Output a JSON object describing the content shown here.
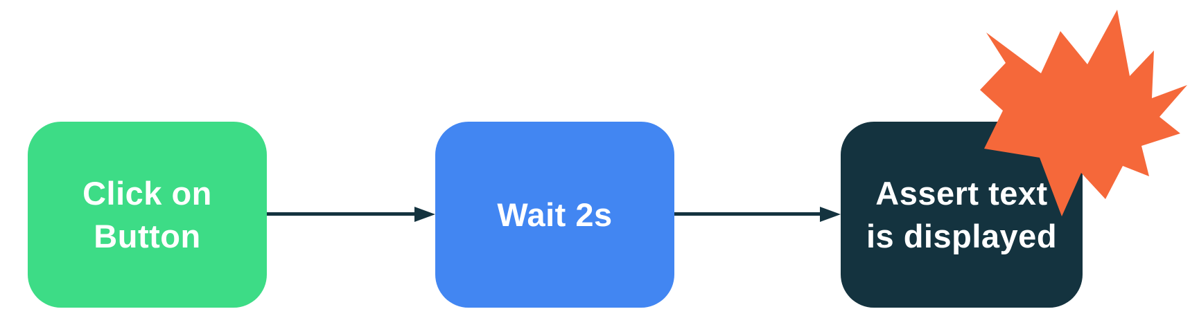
{
  "canvas": {
    "background": "#FFFFFF"
  },
  "nodes": [
    {
      "id": "click-on-button",
      "label": "Click on\nButton",
      "fill": "#3DDC86",
      "text_color": "#FFFFFF"
    },
    {
      "id": "wait-2s",
      "label": "Wait 2s",
      "fill": "#4286F2",
      "text_color": "#FFFFFF"
    },
    {
      "id": "assert-text-is-displayed",
      "label": "Assert text\nis displayed",
      "fill": "#14333F",
      "text_color": "#FFFFFF"
    }
  ],
  "connectors": [
    {
      "from": "click-on-button",
      "to": "wait-2s",
      "color": "#14333F",
      "style": "arrow-right"
    },
    {
      "from": "wait-2s",
      "to": "assert-text-is-displayed",
      "color": "#14333F",
      "style": "arrow-right"
    }
  ],
  "burst": {
    "icon": "explosion-starburst",
    "color": "#F5683A"
  }
}
